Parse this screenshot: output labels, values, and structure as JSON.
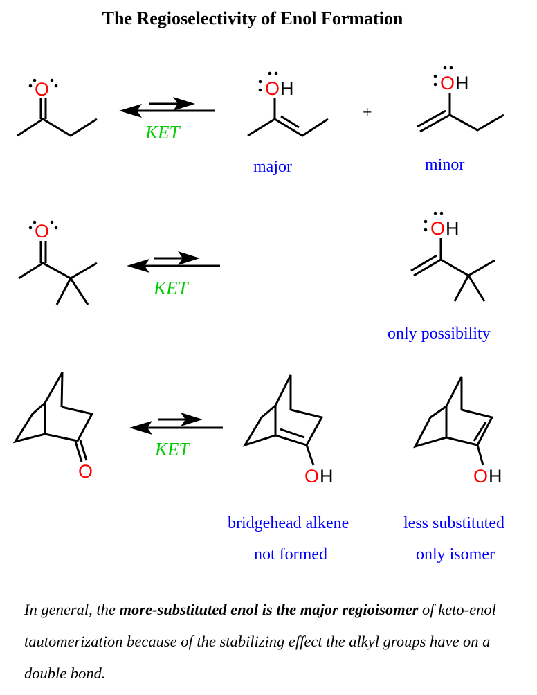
{
  "title": "The Regioselectivity of Enol Formation",
  "colors": {
    "oxygen": "#ff0000",
    "arrow_label": "#00cc00",
    "labels": "#0000ff"
  },
  "rows": [
    {
      "arrow_label": "KET",
      "plus": "+",
      "products": [
        {
          "label": "major"
        },
        {
          "label": "minor"
        }
      ]
    },
    {
      "arrow_label": "KET",
      "products": [
        {
          "label": "only possibility"
        }
      ]
    },
    {
      "arrow_label": "KET",
      "products": [
        {
          "label_line1": "bridgehead alkene",
          "label_line2": "not formed"
        },
        {
          "label_line1": "less substituted",
          "label_line2": "only isomer"
        }
      ]
    }
  ],
  "atoms": {
    "O": "O",
    "H": "H"
  },
  "summary": {
    "part1": "In general, the ",
    "bold": "more-substituted enol is the major regioisomer",
    "part2": " of keto-enol tautomerization because of the stabilizing effect the alkyl groups have on a double bond."
  }
}
